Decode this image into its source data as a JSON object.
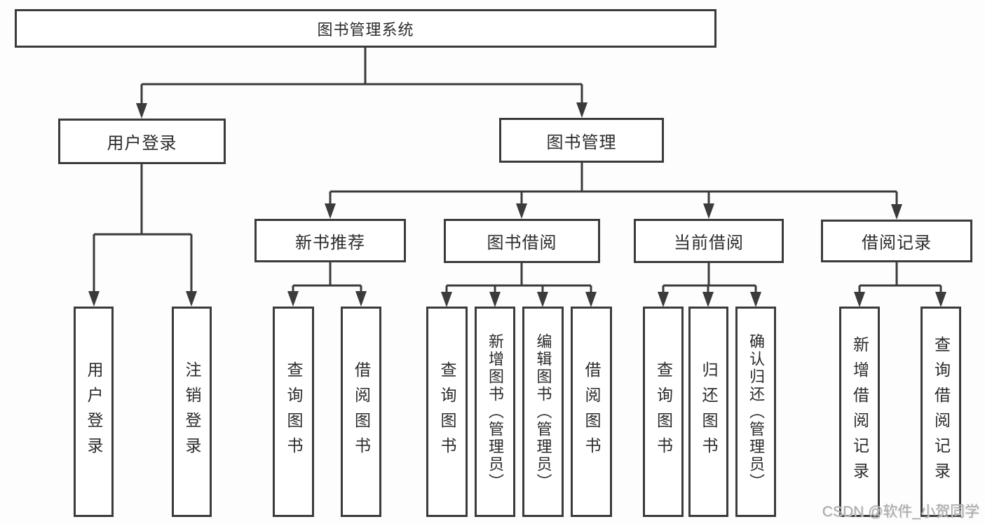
{
  "diagram_title": "图书管理系统",
  "colors": {
    "line": "#3b3b3b",
    "box_border": "#3b3b3b",
    "box_background": "#ffffff",
    "text": "#2b2b2b",
    "watermark": "#a9a9a9"
  },
  "nodes": {
    "root": {
      "label": "图书管理系统"
    },
    "user_login": {
      "label": "用户登录"
    },
    "book_mgmt": {
      "label": "图书管理"
    },
    "new_book_rec": {
      "label": "新书推荐"
    },
    "book_borrow": {
      "label": "图书借阅"
    },
    "current_borrow": {
      "label": "当前借阅"
    },
    "borrow_records": {
      "label": "借阅记录"
    },
    "leaves": {
      "ul_login": "用户登录",
      "ul_logout": "注销登录",
      "nb_query": "查询图书",
      "nb_borrow": "借阅图书",
      "bb_query": "查询图书",
      "bb_add": "新增图书（管理员）",
      "bb_edit": "编辑图书（管理员）",
      "bb_borrow": "借阅图书",
      "cb_query": "查询图书",
      "cb_return": "归还图书",
      "cb_confirm": "确认归还（管理员）",
      "br_add": "新增借阅记录",
      "br_query": "查询借阅记录"
    }
  },
  "hierarchy": {
    "图书管理系统": {
      "用户登录": [
        "用户登录",
        "注销登录"
      ],
      "图书管理": {
        "新书推荐": [
          "查询图书",
          "借阅图书"
        ],
        "图书借阅": [
          "查询图书",
          "新增图书（管理员）",
          "编辑图书（管理员）",
          "借阅图书"
        ],
        "当前借阅": [
          "查询图书",
          "归还图书",
          "确认归还（管理员）"
        ],
        "借阅记录": [
          "新增借阅记录",
          "查询借阅记录"
        ]
      }
    }
  },
  "watermark": "CSDN @软件_小贺同学"
}
